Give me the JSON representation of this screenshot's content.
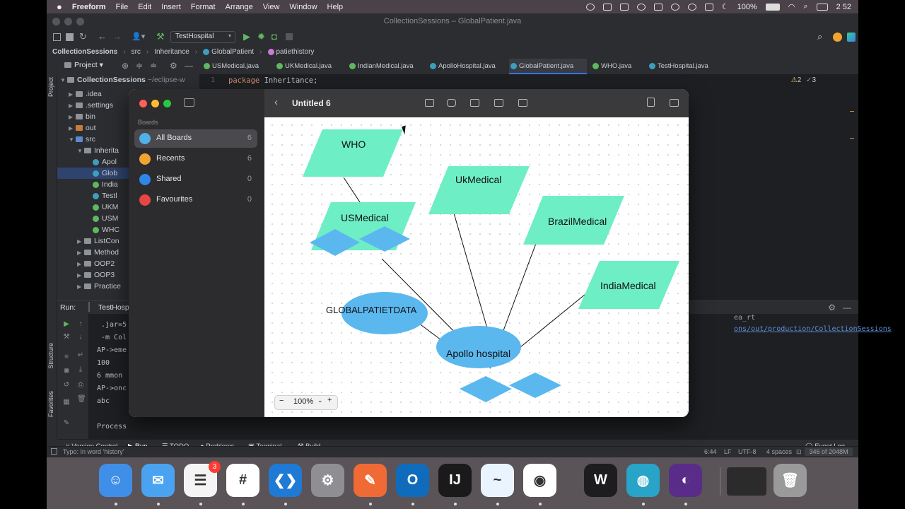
{
  "menubar": {
    "app_name": "Freeform",
    "items": [
      "File",
      "Edit",
      "Insert",
      "Format",
      "Arrange",
      "View",
      "Window",
      "Help"
    ],
    "battery": "100%",
    "clock": "2 52"
  },
  "ide": {
    "window_title": "CollectionSessions – GlobalPatient.java",
    "run_config": "TestHospital",
    "breadcrumbs": [
      "CollectionSessions",
      "src",
      "Inheritance",
      "GlobalPatient",
      "patiethistory"
    ],
    "tabs": [
      {
        "label": "USMedical.java",
        "color": "#5fb85f"
      },
      {
        "label": "UKMedical.java",
        "color": "#5fb85f"
      },
      {
        "label": "IndianMedical.java",
        "color": "#5fb85f"
      },
      {
        "label": "ApolloHospital.java",
        "color": "#3d9fbf"
      },
      {
        "label": "GlobalPatient.java",
        "color": "#3d9fbf"
      },
      {
        "label": "WHO.java",
        "color": "#5fb85f"
      },
      {
        "label": "TestHospital.java",
        "color": "#3d9fbf"
      }
    ],
    "project_label": "Project",
    "project_root": "CollectionSessions",
    "project_root_path": "~/eclipse-w",
    "tree": [
      {
        "label": ".idea",
        "depth": 1,
        "kind": "folder"
      },
      {
        "label": ".settings",
        "depth": 1,
        "kind": "folder"
      },
      {
        "label": "bin",
        "depth": 1,
        "kind": "folder"
      },
      {
        "label": "out",
        "depth": 1,
        "kind": "folder-orange"
      },
      {
        "label": "src",
        "depth": 1,
        "kind": "folder-blue"
      },
      {
        "label": "Inherita",
        "depth": 2,
        "kind": "folder"
      },
      {
        "label": "Apol",
        "depth": 3,
        "kind": "class"
      },
      {
        "label": "Glob",
        "depth": 3,
        "kind": "class",
        "selected": true
      },
      {
        "label": "India",
        "depth": 3,
        "kind": "interface"
      },
      {
        "label": "Testl",
        "depth": 3,
        "kind": "class"
      },
      {
        "label": "UKM",
        "depth": 3,
        "kind": "interface"
      },
      {
        "label": "USM",
        "depth": 3,
        "kind": "interface"
      },
      {
        "label": "WHC",
        "depth": 3,
        "kind": "interface"
      },
      {
        "label": "ListCon",
        "depth": 2,
        "kind": "folder"
      },
      {
        "label": "Method",
        "depth": 2,
        "kind": "folder"
      },
      {
        "label": "OOP2",
        "depth": 2,
        "kind": "folder"
      },
      {
        "label": "OOP3",
        "depth": 2,
        "kind": "folder"
      },
      {
        "label": "Practice",
        "depth": 2,
        "kind": "folder"
      }
    ],
    "editor_line_no": "1",
    "editor_keyword": "package",
    "editor_code": "Inheritance;",
    "warnings": "2",
    "errors": "3",
    "run_label": "Run:",
    "run_tab": "TestHosp",
    "console": [
      ".jar=5",
      "-m Col",
      "AP->eme",
      "100",
      "6 mmon",
      "AP->onc",
      "abc",
      "",
      "Process"
    ],
    "console_right": [
      "ea_rt",
      "ons/out/production/CollectionSessions"
    ],
    "side_labels": [
      "Project",
      "Structure",
      "Favorites"
    ],
    "bottom_tabs": [
      "Version Control",
      "Run",
      "TODO",
      "Problems",
      "Terminal",
      "Build"
    ],
    "event_log": "Event Log",
    "status_left": "Typo: In word 'history'",
    "status_pos": "6:44",
    "status_lf": "LF",
    "status_enc": "UTF-8",
    "status_indent": "4 spaces",
    "status_mem": "346 of 2048M"
  },
  "freeform": {
    "boards_header": "Boards",
    "boards": [
      {
        "label": "All Boards",
        "count": "6",
        "color": "#4fb1e8",
        "selected": true
      },
      {
        "label": "Recents",
        "count": "6",
        "color": "#f2a431"
      },
      {
        "label": "Shared",
        "count": "0",
        "color": "#2f86e6"
      },
      {
        "label": "Favourites",
        "count": "0",
        "color": "#e84545"
      }
    ],
    "board_title": "Untitled 6",
    "zoom": "100%",
    "shapes": {
      "who": "WHO",
      "ukmedical": "UkMedical",
      "usmedical": "USMedical",
      "brazilmedical": "BrazilMedical",
      "indiamedical": "IndiaMedical",
      "globalpatient": "GLOBALPATIETDATA",
      "apollo": "Apollo hospital"
    },
    "colors": {
      "parallelogram": "#6eeec4",
      "blue": "#5bb8ef"
    }
  },
  "dock": {
    "apps": [
      {
        "name": "finder-icon",
        "color": "#3f8fe8",
        "glyph": "☺"
      },
      {
        "name": "mail-icon",
        "color": "#4aa3f0",
        "glyph": "✉"
      },
      {
        "name": "reminders-icon",
        "color": "#f4f4f4",
        "glyph": "☰",
        "badge": "3"
      },
      {
        "name": "slack-icon",
        "color": "#ffffff",
        "glyph": "#"
      },
      {
        "name": "vscode-icon",
        "color": "#1f7ad6",
        "glyph": "❮❯"
      },
      {
        "name": "system-settings-icon",
        "color": "#8e8e93",
        "glyph": "⚙"
      },
      {
        "name": "postman-icon",
        "color": "#f06a35",
        "glyph": "✎"
      },
      {
        "name": "outlook-icon",
        "color": "#0f6cbd",
        "glyph": "O"
      },
      {
        "name": "intellij-icon",
        "color": "#1a1a1a",
        "glyph": "IJ"
      },
      {
        "name": "freeform-icon",
        "color": "#eaf4ff",
        "glyph": "~"
      },
      {
        "name": "chrome-icon",
        "color": "#ffffff",
        "glyph": "◉"
      },
      {
        "name": "webex-icon",
        "color": "#1d1d1f",
        "glyph": "W"
      },
      {
        "name": "network-icon",
        "color": "#28a4c9",
        "glyph": "◍"
      },
      {
        "name": "firefox-icon",
        "color": "#5a2c8a",
        "glyph": "◐"
      },
      {
        "name": "window-preview-icon",
        "color": "#2b2b2b",
        "glyph": ""
      },
      {
        "name": "trash-icon",
        "color": "#9a9a9a",
        "glyph": "🗑"
      }
    ]
  }
}
